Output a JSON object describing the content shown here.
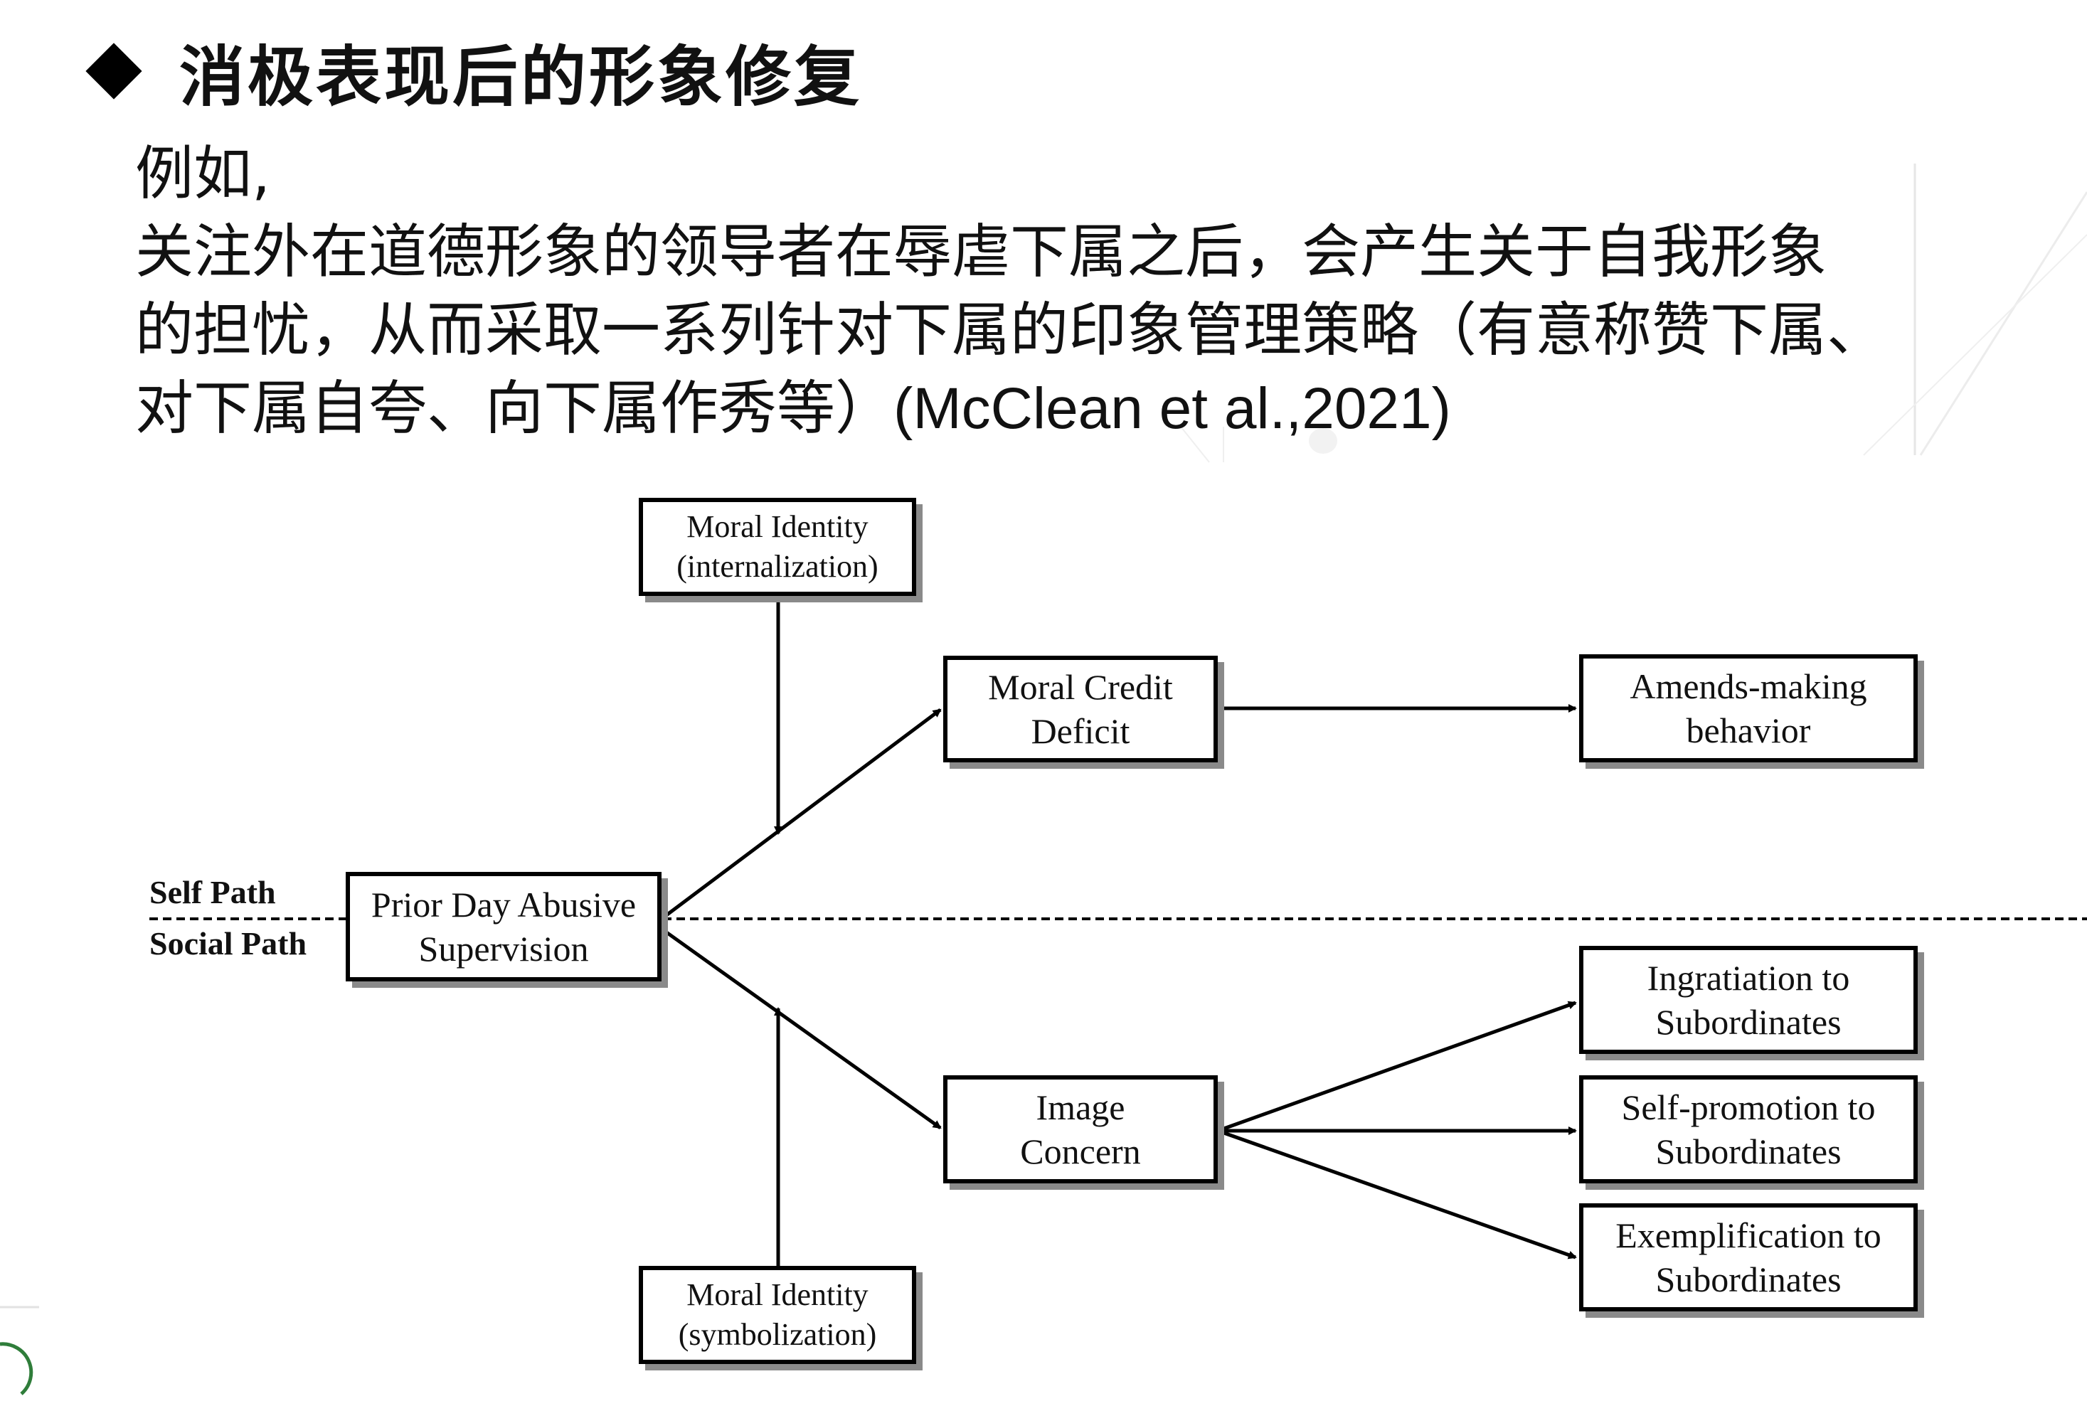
{
  "heading": {
    "bullet_icon": "diamond-bullet-icon",
    "title": "消极表现后的形象修复"
  },
  "body": {
    "line1": "例如,",
    "line2": "关注外在道德形象的领导者在辱虐下属之后，会产生关于自我形象",
    "line3": "的担忧，从而采取一系列针对下属的印象管理策略（有意称赞下属、",
    "line4_prefix": "对下属自夸、向下属作秀等）",
    "line4_citation": "(McClean et al.,2021)"
  },
  "diagram": {
    "path_labels": {
      "self": "Self Path",
      "social": "Social Path"
    },
    "nodes": {
      "moral_identity_internalization": {
        "line1": "Moral Identity",
        "line2": "(internalization)"
      },
      "moral_credit_deficit": {
        "line1": "Moral Credit",
        "line2": "Deficit"
      },
      "amends_making": {
        "line1": "Amends-making",
        "line2": "behavior"
      },
      "prior_day_abusive": {
        "line1": "Prior Day Abusive",
        "line2": "Supervision"
      },
      "image_concern": {
        "line1": "Image",
        "line2": "Concern"
      },
      "ingratiation": {
        "line1": "Ingratiation to",
        "line2": "Subordinates"
      },
      "self_promotion": {
        "line1": "Self-promotion to",
        "line2": "Subordinates"
      },
      "exemplification": {
        "line1": "Exemplification to",
        "line2": "Subordinates"
      },
      "moral_identity_symbolization": {
        "line1": "Moral Identity",
        "line2": "(symbolization)"
      }
    },
    "colors": {
      "lines": "#000000",
      "box_shadow": "#8a8a8a",
      "background": "#ffffff"
    }
  }
}
